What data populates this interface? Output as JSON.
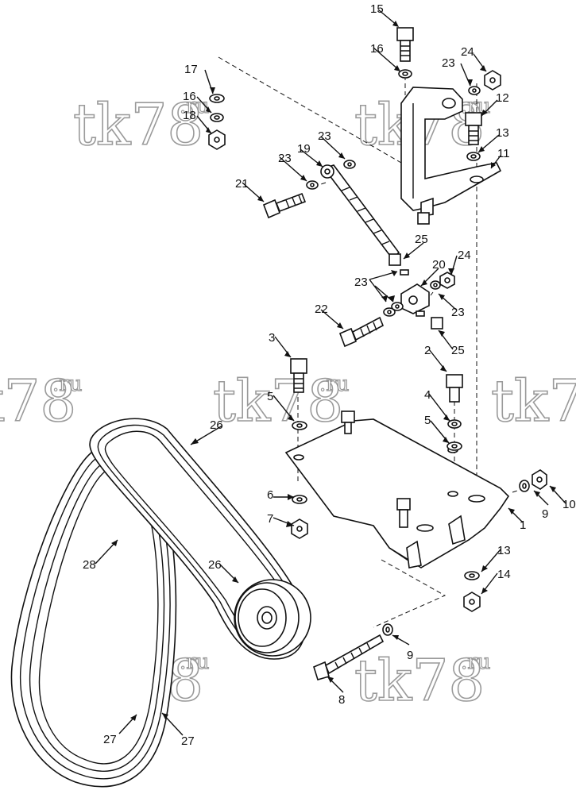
{
  "watermark": {
    "text": "tk78",
    "suffix": ".ru"
  },
  "callouts": [
    {
      "label": "15"
    },
    {
      "label": "16"
    },
    {
      "label": "17"
    },
    {
      "label": "16"
    },
    {
      "label": "18"
    },
    {
      "label": "23"
    },
    {
      "label": "24"
    },
    {
      "label": "12"
    },
    {
      "label": "13"
    },
    {
      "label": "11"
    },
    {
      "label": "23"
    },
    {
      "label": "19"
    },
    {
      "label": "23"
    },
    {
      "label": "21"
    },
    {
      "label": "25"
    },
    {
      "label": "20"
    },
    {
      "label": "24"
    },
    {
      "label": "23"
    },
    {
      "label": "23"
    },
    {
      "label": "22"
    },
    {
      "label": "25"
    },
    {
      "label": "3"
    },
    {
      "label": "2"
    },
    {
      "label": "4"
    },
    {
      "label": "5"
    },
    {
      "label": "5"
    },
    {
      "label": "26"
    },
    {
      "label": "6"
    },
    {
      "label": "7"
    },
    {
      "label": "1"
    },
    {
      "label": "9"
    },
    {
      "label": "10"
    },
    {
      "label": "28"
    },
    {
      "label": "26"
    },
    {
      "label": "13"
    },
    {
      "label": "14"
    },
    {
      "label": "9"
    },
    {
      "label": "8"
    },
    {
      "label": "27"
    },
    {
      "label": "27"
    }
  ]
}
